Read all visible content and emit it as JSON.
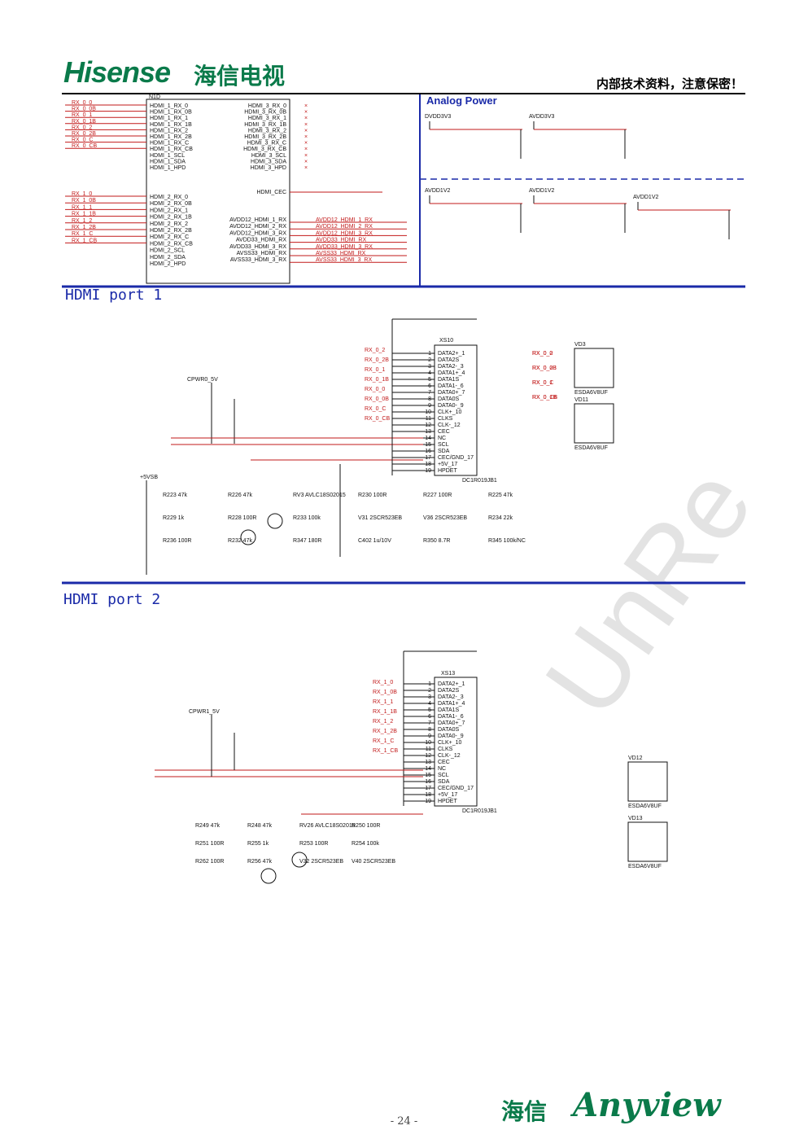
{
  "header": {
    "logo_en": "Hisense",
    "logo_cn": "海信电视",
    "notice": "内部技术资料，注意保密！"
  },
  "sections": {
    "analog_power": "Analog Power",
    "port1": "HDMI port 1",
    "port2": "HDMI port 2"
  },
  "watermark": "UnRe",
  "footer": {
    "page": "- 24 -",
    "brand_cn": "海信",
    "brand_en": "Anyview"
  },
  "ic_n1d": {
    "ref": "N1D",
    "left_pins": [
      "HDMI_1_RX_0",
      "HDMI_1_RX_0B",
      "HDMI_1_RX_1",
      "HDMI_1_RX_1B",
      "HDMI_1_RX_2",
      "HDMI_1_RX_2B",
      "HDMI_1_RX_C",
      "HDMI_1_RX_CB",
      "HDMI_1_SCL",
      "HDMI_1_SDA",
      "HDMI_1_HPD"
    ],
    "left_pins2": [
      "HDMI_2_RX_0",
      "HDMI_2_RX_0B",
      "HDMI_2_RX_1",
      "HDMI_2_RX_1B",
      "HDMI_2_RX_2",
      "HDMI_2_RX_2B",
      "HDMI_2_RX_C",
      "HDMI_2_RX_CB",
      "HDMI_2_SCL",
      "HDMI_2_SDA",
      "HDMI_2_HPD"
    ],
    "left_nets": [
      "RX_0_0",
      "RX_0_0B",
      "RX_0_1",
      "RX_0_1B",
      "RX_0_2",
      "RX_0_2B",
      "RX_0_C",
      "RX_0_CB"
    ],
    "left_nets2": [
      "RX_1_0",
      "RX_1_0B",
      "RX_1_1",
      "RX_1_1B",
      "RX_1_2",
      "RX_1_2B",
      "RX_1_C",
      "RX_1_CB"
    ],
    "right_pins": [
      "HDMI_3_RX_0",
      "HDMI_3_RX_0B",
      "HDMI_3_RX_1",
      "HDMI_3_RX_1B",
      "HDMI_3_RX_2",
      "HDMI_3_RX_2B",
      "HDMI_3_RX_C",
      "HDMI_3_RX_CB",
      "HDMI_3_SCL",
      "HDMI_3_SDA",
      "HDMI_3_HPD"
    ],
    "right_pins2": [
      "AVDD12_HDMI_1_RX",
      "AVDD12_HDMI_2_RX",
      "AVDD12_HDMI_3_RX",
      "AVDD33_HDMI_RX",
      "AVDD33_HDMI_3_RX",
      "AVSS33_HDMI_RX",
      "AVSS33_HDMI_3_RX"
    ],
    "cec": "HDMI_CEC"
  },
  "power_nets": [
    "DVDD3V3",
    "AVDD3V3",
    "AVDD1V2",
    "AVDD1V2",
    "AVDD1V2"
  ],
  "port1": {
    "connector": "XS10",
    "connector_part": "DC1R019JB1",
    "pins": [
      "DATA2+_1",
      "DATA2S",
      "DATA2-_3",
      "DATA1+_4",
      "DATA1S",
      "DATA1-_6",
      "DATA0+_7",
      "DATA0S",
      "DATA0-_9",
      "CLK+_10",
      "CLKS",
      "CLK-_12",
      "CEC",
      "NC",
      "SCL",
      "SDA",
      "CEC/GND_17",
      "+5V_17",
      "HPDET"
    ],
    "nets": [
      "RX_0_2",
      "RX_0_2B",
      "RX_0_1",
      "RX_0_1B",
      "RX_0_0",
      "RX_0_0B",
      "RX_0_C",
      "RX_0_CB"
    ],
    "esd1": "VD3",
    "esd2": "VD11",
    "esd_part": "ESDA6V8UF",
    "pwr": "CPWR0_5V",
    "v5sb": "+5VSB",
    "parts": [
      "R223 47k",
      "R226 47k",
      "RV3 AVLC18S02015",
      "R230 100R",
      "R227 100R",
      "R225 47k",
      "R229 1k",
      "R228 100R",
      "R233 100k",
      "V31 2SCR523EB",
      "V36 2SCR523EB",
      "R234 22k",
      "R236 100R",
      "R232 47k",
      "R347 180R",
      "C402 1u/10V",
      "R350 8.7R",
      "R345 100k/NC"
    ]
  },
  "port2": {
    "connector": "XS13",
    "connector_part": "DC1R019JB1",
    "esd1": "VD12",
    "esd2": "VD13",
    "esd_part": "ESDA6V8UF",
    "pwr": "CPWR1_5V",
    "parts": [
      "R249 47k",
      "R248 47k",
      "RV26 AVLC18S02015",
      "R250 100R",
      "R251 100R",
      "R255 1k",
      "R253 100R",
      "R254 100k",
      "R262 100R",
      "R256 47k",
      "V32 2SCR523EB",
      "V40 2SCR523EB"
    ]
  }
}
